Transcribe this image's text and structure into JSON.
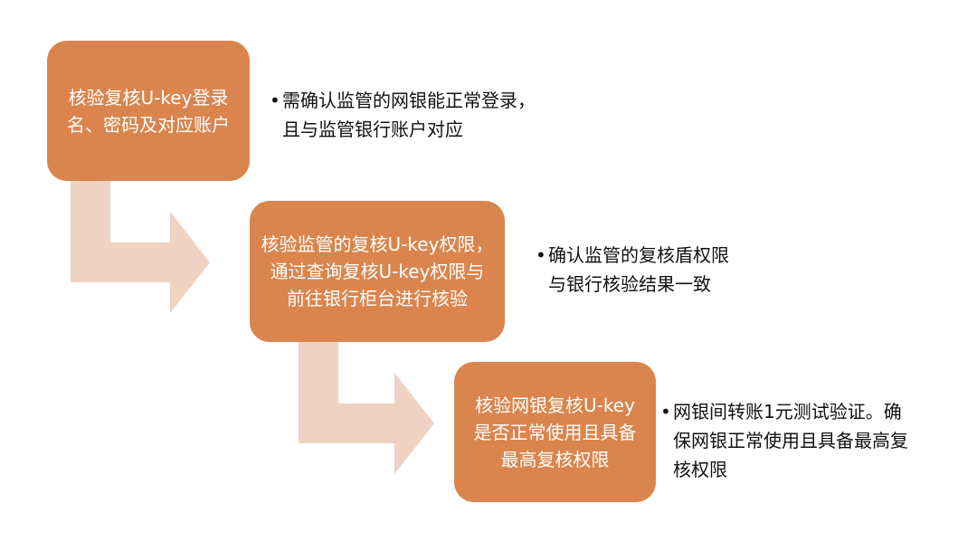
{
  "colors": {
    "box_fill": "#d9854d",
    "box_text": "#ffffff",
    "arrow_fill": "#f0d2c2",
    "note_text": "#111111"
  },
  "steps": [
    {
      "box_lines": [
        "核验复核U-key登录",
        "名、密码及对应账户"
      ],
      "note_lines": [
        "需确认监管的网银能正常登录，",
        "且与监管银行账户对应"
      ]
    },
    {
      "box_lines": [
        "核验监管的复核U-key权限，",
        "通过查询复核U-key权限与",
        "前往银行柜台进行核验"
      ],
      "note_lines": [
        "确认监管的复核盾权限",
        "与银行核验结果一致"
      ]
    },
    {
      "box_lines": [
        "核验网银复核U-key",
        "是否正常使用且具备",
        "最高复核权限"
      ],
      "note_lines": [
        "网银间转账1元测试验证。确",
        "保网银正常使用且具备最高复",
        "核权限"
      ]
    }
  ],
  "bullet_char": "•"
}
